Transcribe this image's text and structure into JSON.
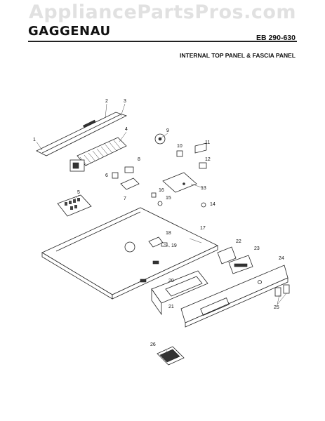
{
  "watermark": "AppliancePartsPros.com",
  "header": {
    "brand": "GAGGENAU",
    "model": "EB 290-630",
    "title": "INTERNAL TOP PANEL & FASCIA PANEL"
  },
  "callouts": [
    "1",
    "2",
    "3",
    "4",
    "5",
    "6",
    "7",
    "8",
    "9",
    "10",
    "11",
    "12",
    "13",
    "14",
    "15",
    "16",
    "17",
    "18",
    "19",
    "20",
    "21",
    "22",
    "23",
    "24",
    "25",
    "26"
  ]
}
